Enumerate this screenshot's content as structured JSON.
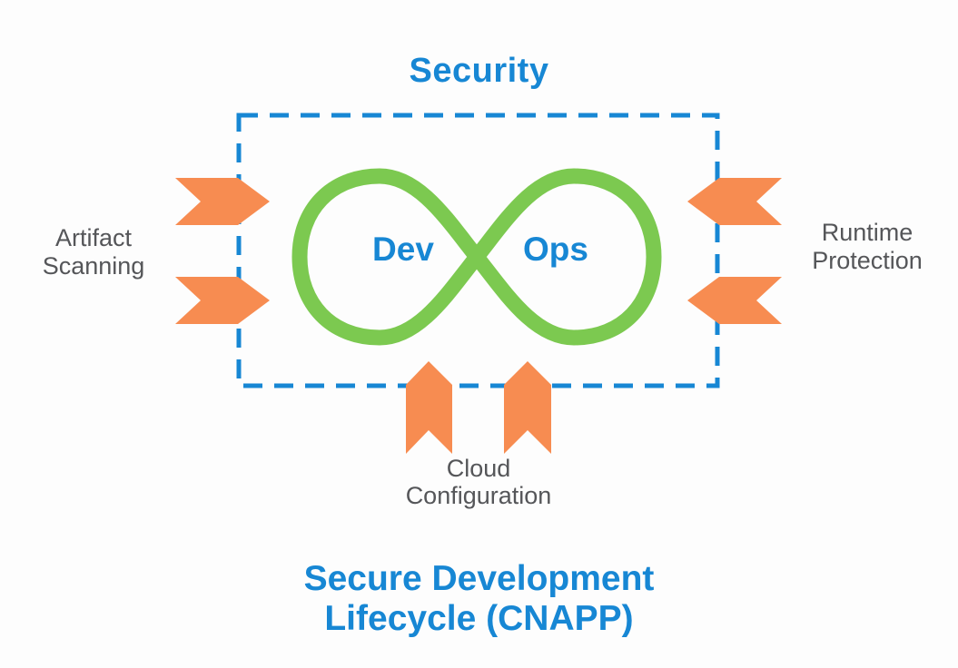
{
  "diagram": {
    "title_top": "Security",
    "loop": {
      "left_label": "Dev",
      "right_label": "Ops"
    },
    "labels": {
      "left": {
        "line1": "Artifact",
        "line2": "Scanning"
      },
      "right": {
        "line1": "Runtime",
        "line2": "Protection"
      },
      "bottom": {
        "line1": "Cloud",
        "line2": "Configuration"
      }
    },
    "caption": {
      "line1": "Secure Development",
      "line2": "Lifecycle (CNAPP)"
    }
  },
  "colors": {
    "blue": "#1787d4",
    "green": "#7cc950",
    "orange": "#f78c51",
    "label_gray": "#555659"
  }
}
